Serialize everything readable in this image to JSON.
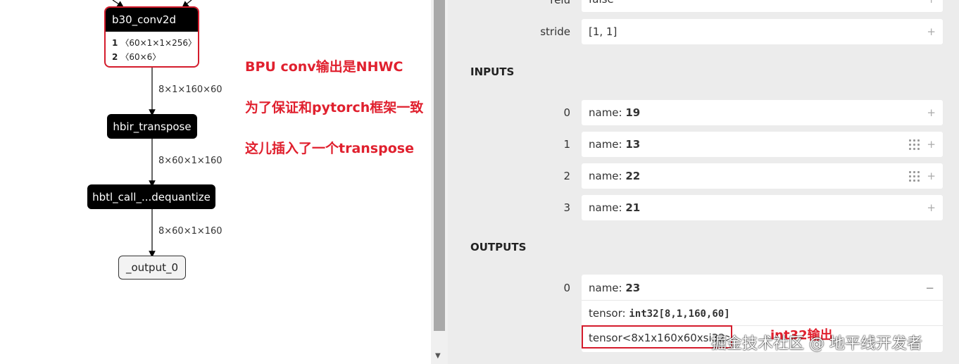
{
  "graph": {
    "conv_node": {
      "title": "b30_conv2d",
      "rows": [
        {
          "idx": "1",
          "shape": "〈60×1×1×256〉"
        },
        {
          "idx": "2",
          "shape": "〈60×6〉"
        }
      ]
    },
    "edges": [
      "8×1×160×60",
      "8×60×1×160",
      "8×60×1×160"
    ],
    "transpose_node": "hbir_transpose",
    "dequantize_node": "hbtl_call_...dequantize",
    "output_node": "_output_0"
  },
  "annotations": {
    "line1": "BPU conv输出是NHWC",
    "line2": "为了保证和pytorch框架一致",
    "line3": "这儿插入了一个transpose",
    "int32": "int32输出"
  },
  "properties": {
    "attrs": [
      {
        "label": "relu",
        "value": "false"
      },
      {
        "label": "stride",
        "value": "[1, 1]"
      }
    ],
    "inputs_title": "INPUTS",
    "inputs": [
      {
        "index": "0",
        "prefix": "name:",
        "name": "19"
      },
      {
        "index": "1",
        "prefix": "name:",
        "name": "13"
      },
      {
        "index": "2",
        "prefix": "name:",
        "name": "22"
      },
      {
        "index": "3",
        "prefix": "name:",
        "name": "21"
      }
    ],
    "outputs_title": "OUTPUTS",
    "output": {
      "index": "0",
      "prefix": "name:",
      "name": "23",
      "tensor_prefix": "tensor:",
      "tensor_type": "int32[8,1,160,60]",
      "tensor_detail": "tensor<8x1x160x60xsi32>",
      "collapse": "−"
    },
    "expand_symbol": "+"
  },
  "watermark": "掘金技术社区 @ 地平线开发者",
  "colors": {
    "accent_red": "#d41c2c",
    "note_red": "#e0202e",
    "panel_bg": "#ececec",
    "node_bg": "#000000"
  }
}
